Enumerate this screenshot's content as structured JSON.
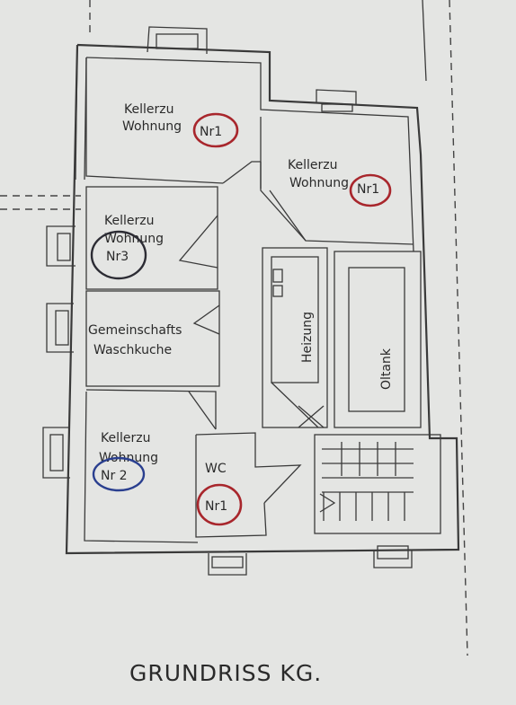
{
  "title": "GRUNDRISS KG.",
  "rooms": {
    "keller1_top": {
      "line1": "Kellerzu",
      "line2": "Wohnung",
      "nr": "Nr1"
    },
    "keller1_right": {
      "line1": "Kellerzu",
      "line2": "Wohnung",
      "nr": "Nr1"
    },
    "keller3": {
      "line1": "Kellerzu",
      "line2": "Wohnung",
      "nr": "Nr3"
    },
    "wasch": {
      "line1": "Gemeinschafts",
      "line2": "Waschkuche"
    },
    "keller2": {
      "line1": "Kellerzu",
      "line2": "Wohnung",
      "nr": "Nr 2"
    },
    "wc": {
      "line1": "WC",
      "nr": "Nr1"
    },
    "heizung": {
      "label": "Heizung"
    },
    "oltank": {
      "label": "Oltank"
    }
  },
  "colors": {
    "paper": "#e4e5e3",
    "ink": "#3a3a3a",
    "circle_red": "#a8262c",
    "circle_blue": "#2a3f8f",
    "circle_dark": "#2c2c34"
  }
}
